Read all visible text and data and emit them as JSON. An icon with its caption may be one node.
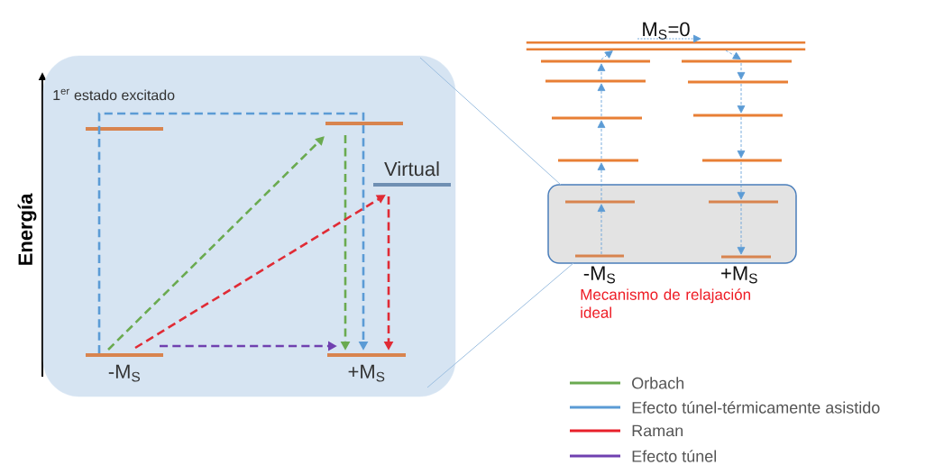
{
  "diagram": {
    "nodes": [
      {
        "text": [],
        "shape": "box"
      },
      {
        "text": [],
        "shape": "bar",
        "in": 0
      },
      {
        "text": [],
        "shape": "bar",
        "in": 0
      },
      {
        "text": [
          "Virtual"
        ],
        "in": 0
      },
      {
        "text": [
          "-M$_{S}$"
        ],
        "in": 0
      },
      {
        "text": [
          "+M$_{S}$"
        ],
        "in": 0
      },
      {
        "text": [
          "M$_{S}$=0"
        ]
      },
      {
        "text": [],
        "shape": "bar"
      },
      {
        "text": [],
        "shape": "bar"
      },
      {
        "text": [],
        "shape": "bar"
      },
      {
        "text": [],
        "shape": "bar"
      },
      {
        "text": [],
        "shape": "bar"
      },
      {
        "text": [],
        "shape": "bar"
      },
      {
        "text": [],
        "shape": "bar"
      },
      {
        "text": [],
        "shape": "bar"
      },
      {
        "text": [],
        "shape": "box"
      },
      {
        "text": [],
        "shape": "bar",
        "in": 15
      },
      {
        "text": [],
        "shape": "bar",
        "in": 15
      },
      {
        "text": [],
        "shape": "bar",
        "in": 15
      },
      {
        "text": [],
        "shape": "bar",
        "in": 15
      }
    ],
    "edges": [
      {
        "from": 4,
        "to": 2,
        "arrow": "to",
        "style": "dashed",
        "color": "#6aaa50"
      },
      {
        "from": 2,
        "to": 5,
        "arrow": "to",
        "style": "dashed",
        "color": "#6aaa50"
      },
      {
        "from": 4,
        "to": 5,
        "arrow": "to",
        "style": "dashed",
        "color": "#5b9bd5"
      },
      {
        "from": 4,
        "to": 3,
        "arrow": "to",
        "style": "dashed",
        "color": "#e02b35"
      },
      {
        "from": 3,
        "to": 5,
        "arrow": "to",
        "style": "dashed",
        "color": "#e02b35"
      },
      {
        "from": 4,
        "to": 5,
        "arrow": "to",
        "style": "dashed",
        "color": "#7040b0"
      },
      {
        "from": 18,
        "to": 16,
        "arrow": "to",
        "style": "dashed",
        "color": "#5b9bd5"
      },
      {
        "from": 16,
        "to": 13,
        "arrow": "to",
        "style": "dashed",
        "color": "#5b9bd5"
      },
      {
        "from": 13,
        "to": 11,
        "arrow": "to",
        "style": "dashed",
        "color": "#5b9bd5"
      },
      {
        "from": 11,
        "to": 9,
        "arrow": "to",
        "style": "dashed",
        "color": "#5b9bd5"
      },
      {
        "from": 9,
        "to": 7,
        "arrow": "to",
        "style": "dashed",
        "color": "#5b9bd5"
      },
      {
        "from": 7,
        "to": 6,
        "arrow": "to",
        "style": "dashed",
        "color": "#5b9bd5"
      },
      {
        "from": 6,
        "to": 8,
        "arrow": "to",
        "style": "dashed",
        "color": "#5b9bd5"
      },
      {
        "from": 8,
        "to": 10,
        "arrow": "to",
        "style": "dashed",
        "color": "#5b9bd5"
      },
      {
        "from": 10,
        "to": 12,
        "arrow": "to",
        "style": "dashed",
        "color": "#5b9bd5"
      },
      {
        "from": 12,
        "to": 14,
        "arrow": "to",
        "style": "dashed",
        "color": "#5b9bd5"
      },
      {
        "from": 14,
        "to": 17,
        "arrow": "to",
        "style": "dashed",
        "color": "#5b9bd5"
      },
      {
        "from": 17,
        "to": 19,
        "arrow": "to",
        "style": "dashed",
        "color": "#5b9bd5"
      },
      {
        "from": 0,
        "to": 15,
        "arrow": "none",
        "color": "#9dbfe0"
      },
      {
        "from": 0,
        "to": 15,
        "arrow": "none",
        "color": "#9dbfe0"
      }
    ],
    "labels": [
      "1$^{er}$ estado excitado",
      "Energía",
      "-M$_{S}$",
      "+M$_{S}$",
      "Mecanismo de relajación ideal"
    ],
    "legend": [
      {
        "text": "Orbach",
        "color": "#6aaa50"
      },
      {
        "text": "Efecto túnel-térmicamente asistido",
        "color": "#5b9bd5"
      },
      {
        "text": "Raman",
        "color": "#e8202a"
      },
      {
        "text": "Efecto túnel",
        "color": "#7040b0"
      }
    ]
  }
}
